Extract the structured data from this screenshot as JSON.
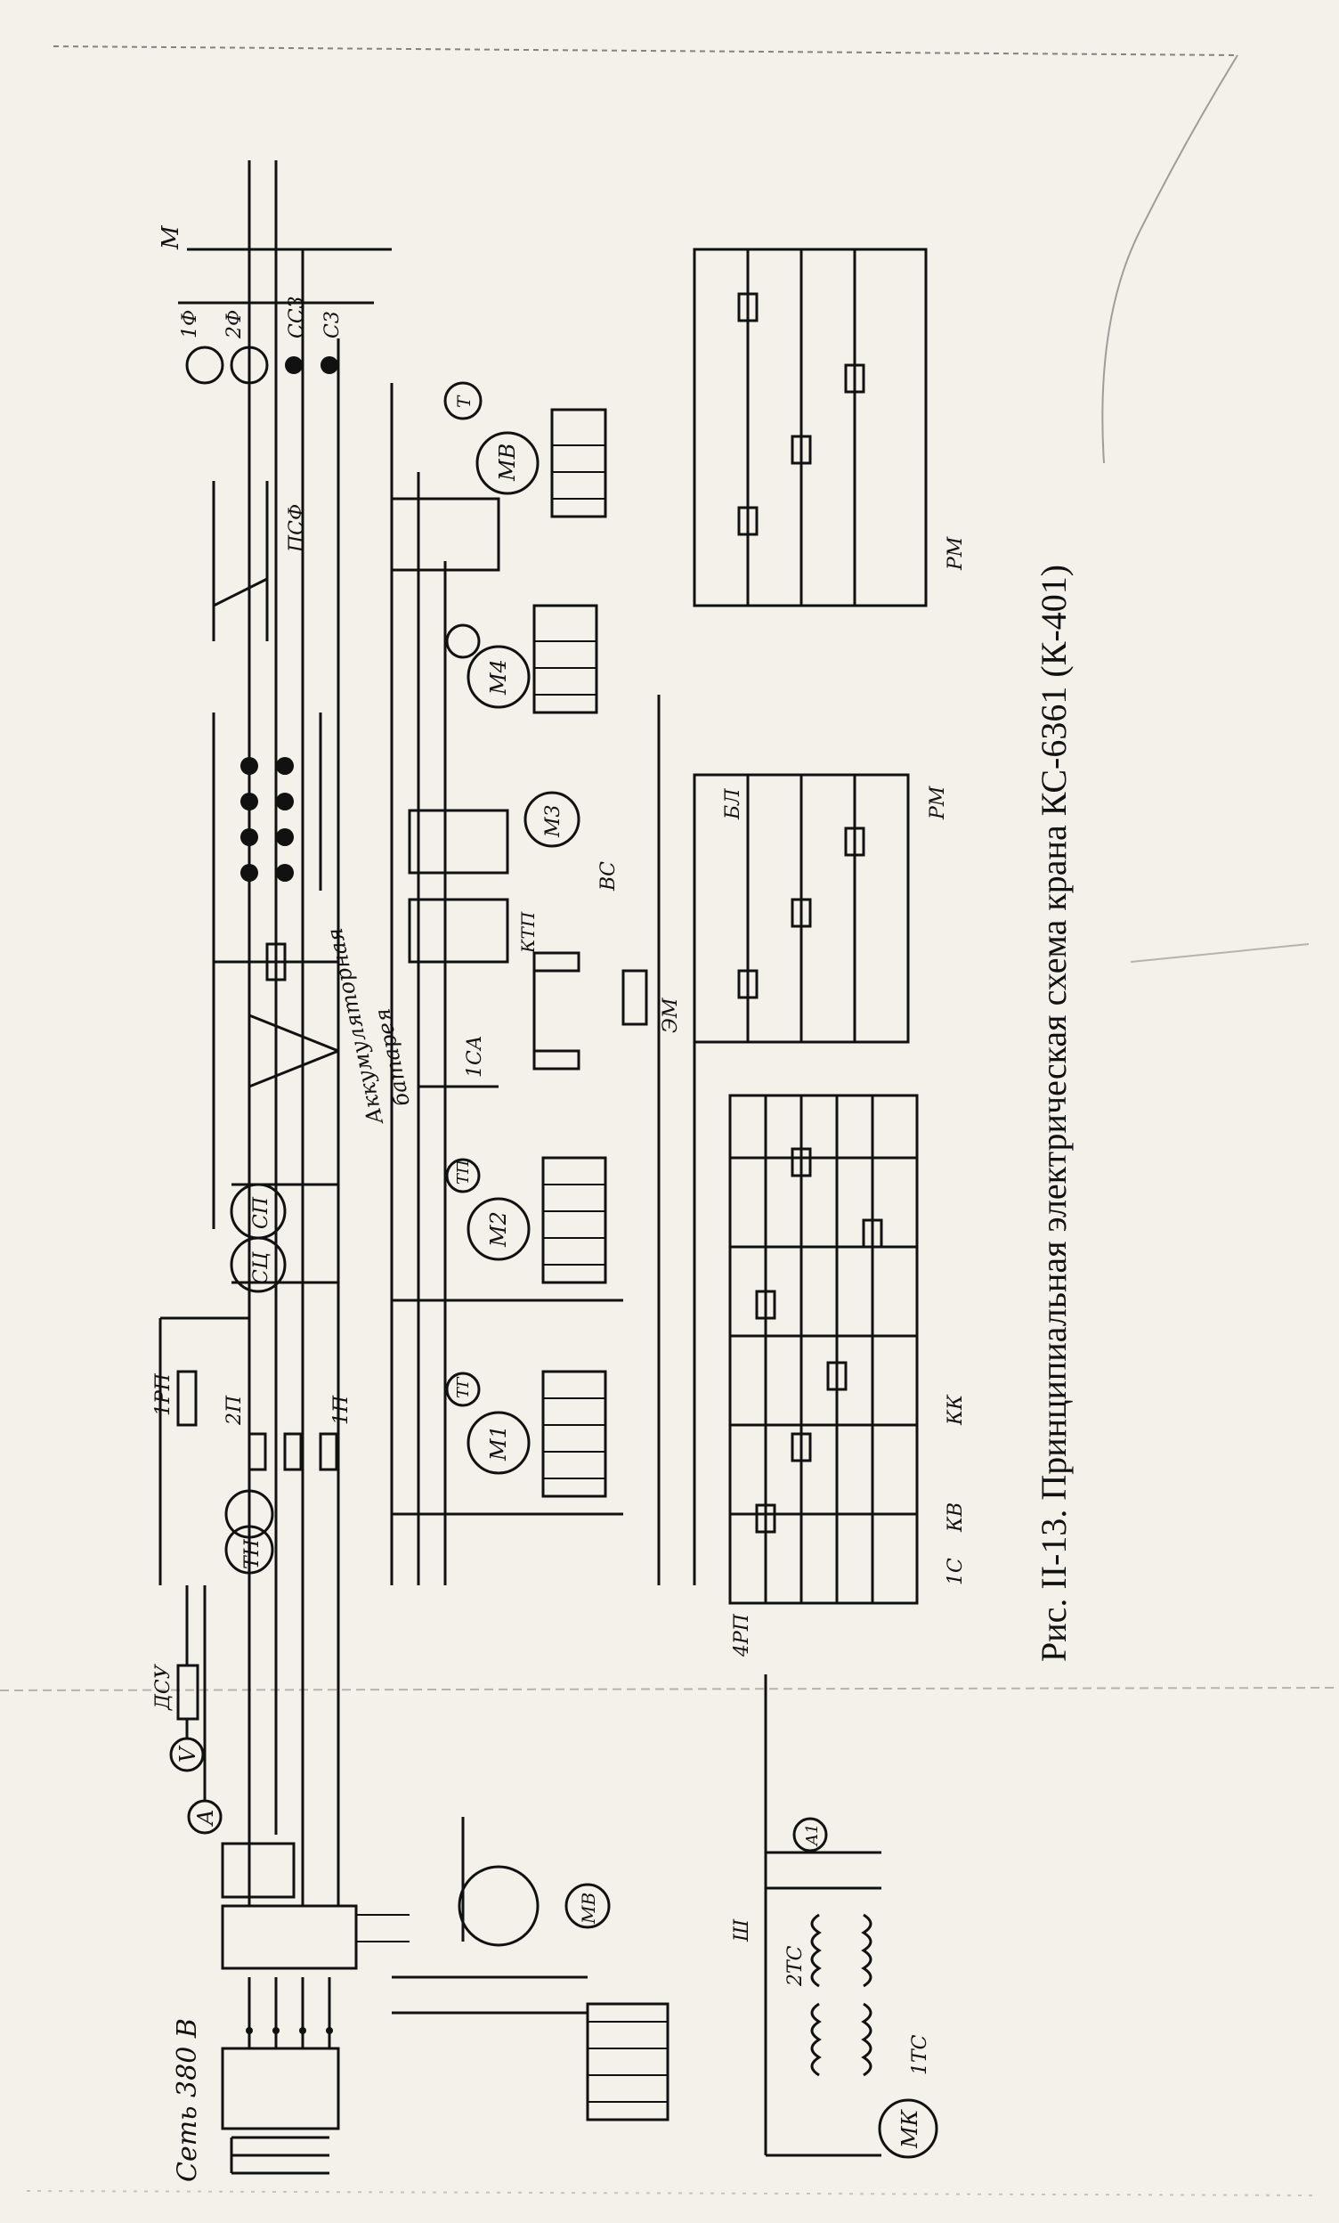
{
  "caption": "Рис. II-13. Принципиальная электрическая схема крана КС-6361 (К-401)",
  "labels": {
    "network": "Сеть 380 В",
    "ground": "М",
    "battery_1": "Аккумуляторная",
    "battery_2": "батарея",
    "switch_psf": "ПСФ",
    "motor_mk": "МК",
    "motor_m1": "М1",
    "motor_m2": "М2",
    "motor_m3": "М3",
    "motor_m4": "М4",
    "motor_mv": "МВ",
    "lamp_1f": "1Ф",
    "lamp_2f": "2Ф",
    "lamp_ss3": "СС3",
    "lamp_s3": "С3",
    "voltmeter": "V",
    "ammeter": "A",
    "ammeter_a1": "A1",
    "gen_tg": "ТГ",
    "gen_tp": "ТП",
    "gen_t": "Т",
    "gen_tn": "ТН",
    "dsu": "ДСУ",
    "rel_1p": "1П",
    "rel_2p": "2П",
    "rel_4rp": "4РП",
    "rel_1rp": "1РП",
    "rel_rm": "РМ",
    "rel_em": "ЭМ",
    "rel_1ss": "1СА",
    "rel_kv": "КВ",
    "rel_1s": "1С",
    "rel_bl": "БЛ",
    "rel_kk": "КК",
    "rel_vs": "ВС",
    "rel_1ts": "1ТС",
    "rel_2ts": "2ТС",
    "rel_ktp": "КТП",
    "rel_sch": "Ш",
    "rel_sts": "СЦ",
    "rel_sp": "СП"
  }
}
